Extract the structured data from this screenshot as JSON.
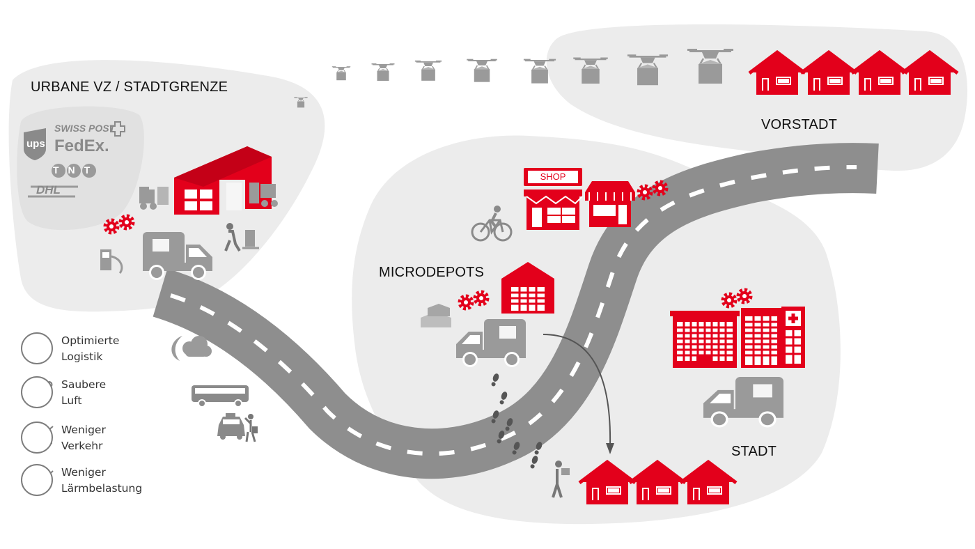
{
  "labels": {
    "urbane": "URBANE VZ / STADTGRENZE",
    "vorstadt": "VORSTADT",
    "microdepots": "MICRODEPOTS",
    "stadt": "STADT",
    "shop_sign": "SHOP"
  },
  "logos": {
    "swiss_post": "SWISS POST",
    "ups": "ups",
    "fedex": "FedEx.",
    "tnt": "TNT",
    "dhl": "DHL"
  },
  "legend": [
    {
      "line1": "Optimierte",
      "line2": "Logistik",
      "icon": "clock-truck-icon"
    },
    {
      "line1": "Saubere",
      "line2": "Luft",
      "icon": "wind-icon"
    },
    {
      "line1": "Weniger",
      "line2": "Verkehr",
      "icon": "no-car-icon"
    },
    {
      "line1": "Weniger",
      "line2": "Lärmbelastung",
      "icon": "no-noise-icon"
    }
  ],
  "colors": {
    "accent_red": "#e3001b",
    "icon_gray": "#9a9a9a",
    "road_gray": "#8e8e8e",
    "blob_gray": "#ececec"
  }
}
